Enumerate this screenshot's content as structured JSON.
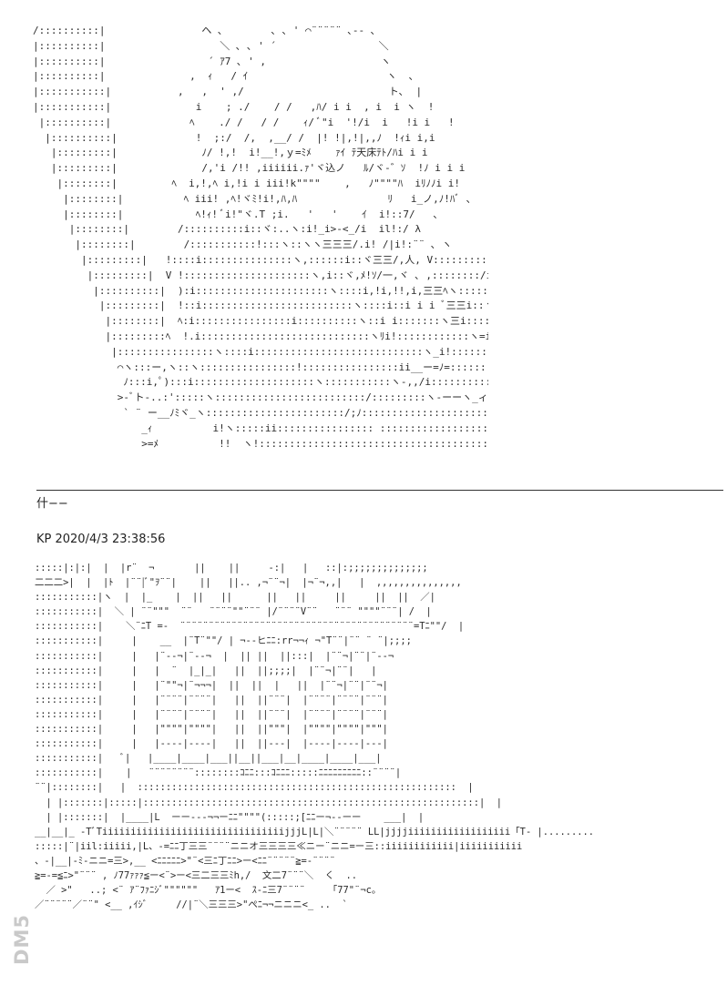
{
  "thread": {
    "shout_text": "什−−",
    "post_header": "KP 2020/4/3 23:38:56"
  },
  "art": {
    "top": "/::::::::::|                ヘ ､        ､ ､ ' ⌒¨¨¨¨¨ ､‐- ､\n|::::::::::|                   ＼ ､ ､ ' ´                 ＼\n|::::::::::|                 ´ ｱ7 ､ ' ,                   ヽ\n|::::::::::|              ,  ｨ   / ｲ                       ヽ  ､\n|:::::::::::|           ,   ,  ' ,/                        ト､  |\n|:::::::::::|              i    ; ./    / /   ,ﾊ/ i i  , i  i ヽ  !\n |::::::::::|             ﾍ    ./ /   / /    ｨ/ ﾞ\"i  '!/i  i   !i i   !\n  |::::::::::|             !  ;:/  /,  ,__/ /  |! !|,!|,,ﾉ  !ｨi i,i\n   |:::::::::|              ﾉ/ !,!  i!__!,ｙ=ﾐﾒ    ｧｲ ﾃ天床ﾃﾄ/ﾊi i i\n   |:::::::::|              /,'i /!! ,iiiiii.ｧ'ヾ込ノ   ﾙ/ヾ-゛ｿ  !ﾉ i i i\n    |::::::::|         ﾍ  i,!,ﾍ i,!i i iii!k\"\"\"\"    ,   ﾉ\"\"\"\"ﾊ  iﾘﾉﾉi i!\n     |::::::::|          ﾍ iii! ,ﾍ!ヾﾐ!i!,ﾊ,ﾊ               ﾘ   i_ノ,ﾉ!ﾊﾞ 、\n     |::::::::|            ﾍ!ｨ! ﾞi!\"ヾ.T ;i.   '   '    ｲ  i!::7/   ､\n      |::::::::|        /::::::::::i::ヾ:..ヽ:i!_i>-<_/i  il!:/ λ\n       |::::::::|        /:::::::::::!:::ヽ::ヽヽ三三三/.i! /|i!:¨¨ ､ ヽ\n        |:::::::::|   !::::i:::::::::::::::ヽ,::::::i::ヾ三三/,人, V:::::::::::::i,\n         |:::::::::|  V !:::::::::::::::::::::ヽ,i::ヾ,ﾒ!ｿ/一,ヾ ､ ,::::::::/i\n          |::::::::::|  ):i::::::::::::::::::::::ヽ::::i,!i,!!,i,三三ﾍヽ:::::/:i\n           |:::::::::|  !::i:::::::::::::::::::::::::ヽ::::i::i i i ﾞ三三i::ヽ!})/:i\n            |::::::::|  ﾍ:i::::::::::::::::i::::::::::ヽ::i i:::::::ヽ三i:::::::::ヽ:::}\n            |:::::::::ﾍ  !.i::::::::::::::::::::::::::::ヽﾘi!::::::::::::ヽ=i::::::::V!ヽ\n             |::::::::::::::::ヽ::::i::::::::::::::::::::::::::::ヽ_i!:::::::::::Y:::::::::::::!!  `  ＼\n              ⌒ヽ:::ー,ヽ::ヽ::::::::::::::::!::::::::::::::::ii__ー=ﾉ=:::::::::ﾉ::i!.,   厂\n               ﾉ:::i,ﾟ):::i::::::::::::::::::::ヽ:::::::::::ヽ-,,/i::::::::::/:::::::::i;,(\n              >‐ﾞト‐..:':::::ヽ:::::::::::::::::::::::::/:::::::::ヽ‐ーーヽ_ィｧヽ)ー,\n               ` ¨ ー__ﾉﾐヾ_ヽ:::::::::::::::::::::::/;ﾉ::::::::::::::::::::::::＼  ヾ/ﾍ i\n                  _ｨ          i!ヽ:::::ii:::::::::::::::: :::::::::::::::::::::::: !!     ＼\n                  >=ﾒ          !!  ヽ!:::::::::::::::::::::::::::::::::::::::::!,//       ヽ",
    "bottom": ":::::|:|:|  |  |r¨  ¬       ||    ||     -:|   |   ::|:;;;;;;;;;;;;;;\n二二二>|  |  |ﾄ  |¨¨|ﾞ\"ｦ¨¨|    ||   ||.. ,¬¨¨¬|  |¬¨¬,,|   |  ,,,,,,,,,,,,,,,\n:::::::::::|ヽ  |  |_    |  ||   ||      ||   ||     ||     ||  ||  ／|\n:::::::::::|  ＼ | ¨¨\"\"\"  ¨¨   ¨¨¨¨\"\"¨¨¨ |/¨¨¨¨V¨¨   ¨¨¨ \"\"\"\"¨¨¨| /  |\n:::::::::::|    ＼¨ﾆT =-  ¨¨¨¨¨¨¨¨¨¨¨¨¨¨¨¨¨¨¨¨¨¨¨¨¨¨¨¨¨¨¨¨¨¨¨¨¨¨¨¨¨=Tﾆ\"\"/  |\n:::::::::::|     |    __  |¨T¨\"\"/ | ¬--ヒﾆﾆ:rr¬¬ｨ ¬\"T¨¨|¨¨ ¨ ¨|;;;;\n:::::::::::|     |   |¨--¬|¨--¬  |  || ||  ||:::|  |¨¨¬|¨¨|¨--¬\n:::::::::::|     |   |  ¨  |_|_|   ||  ||;;;;|  |¨¨¬|¨¨|   |\n:::::::::::|     |   |¨\"\"¬|¨¬¬¬|  ||  ||  |   ||  |¨¨¬|¨¨|¨¨¬|\n:::::::::::|     |   |¨¨¨¨|¨¨¨¨|   ||  ||¨¨¨|  |¨¨¨¨|¨¨¨¨|¨¨¨|\n:::::::::::|     |   |¨¨¨¨|¨¨¨¨|   ||  ||¨¨¨|  |¨¨¨¨|¨¨¨¨|¨¨¨|\n:::::::::::|     |   |\"\"\"\"|\"\"\"\"|   ||  ||\"\"\"|  |\"\"\"\"|\"\"\"\"|\"\"\"|\n:::::::::::|     |   |----|----|   ||  ||---|  |----|----|---|\n:::::::::::|   ﾞ|   |____|____|___||__||___|__|____|____|___|\n:::::::::::|    |   ¨¨¨¨¨¨¨¨::::::::ｺﾆﾆ:::ｺﾆﾆﾆ:::::ﾆﾆﾆﾆﾆﾆﾆﾆﾆ::¨¨¨¨|\n¨¨|::::::::|   |  ::::::::::::::::::::::::::::::::::::::::::::::::::::::::  |\n  | |:::::::|:::::|:::::::::::::::::::::::::::::::::::::::::::::::::::::::::::|  |\n  | |:::::::|  |____|L  ーー---¬¬ーﾆﾆ\"\"\"\"(:::::;[ﾆﾆー¬--ーー    ___|  |\n__|__|_ -TﾞTiiiiiiiiiiiiiiiiiiiiiiiiiiiiiiiijjjL|L|＼¨¨¨¨¨ LL|jjjjiiiiiiiiiiiiiiiiii「T- |.........\n:::::|¨|iil:iiiii,|L、-=ﾆﾆ丁三三¨¨¨¨ニニオ三三三三≪ニー¨ニニ=ー三::iiiiiiiiiiii|iiiiiiiiiii\n、-|__|-ﾐ-ニニ=三>,__ <ﾆﾆﾆﾆﾆ>\"¨<三ﾆ丁ﾆﾆ>ー<ﾆﾆ¨¨¨¨¨≧=-¨¨¨¨\n≧=-=≦ﾆ>\"¨¨¨ , ﾉ77ｧｧｧ≦ー<¨>ー<三二三三ﾐh,/  文二7¨¨¨＼  く  ..\n  ／ >\"   ..; <¨ ｱ¨ﾌｧﾆｼﾞ\"\"\"\"\"\"   ｱ1ー<  ｽ-ﾆ三7¨¨¨¨    「77\"¨¬c。\n／¨¨¨¨¨／¨¨\" <__ ,ｲｼﾞ     //|¨＼三三三>\"ぺﾆ¬¬ニニニ<_ ..  `"
  }
}
